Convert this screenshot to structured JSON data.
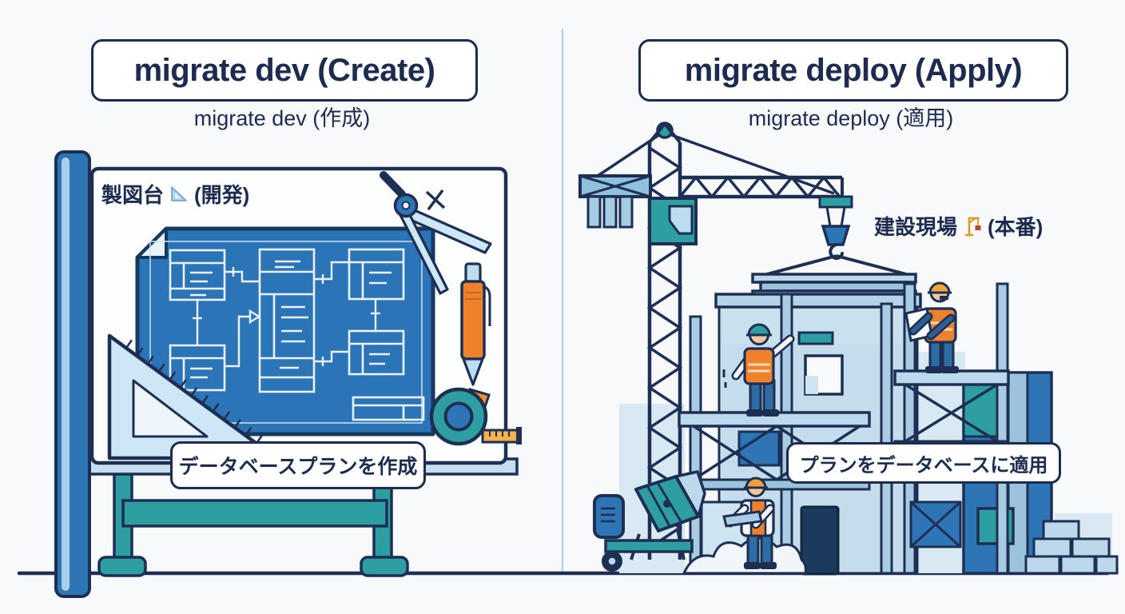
{
  "left_panel": {
    "title": "migrate dev (Create)",
    "subtitle": "migrate dev (作成)",
    "board_label_prefix": "製図台",
    "board_label_suffix": "(開発)",
    "caption": "データベースプランを作成"
  },
  "right_panel": {
    "title": "migrate deploy (Apply)",
    "subtitle": "migrate deploy (適用)",
    "site_label_prefix": "建設現場",
    "site_label_suffix": "(本番)",
    "caption": "プランをデータベースに適用"
  },
  "icons": {
    "board_label_icon": "set-square-icon",
    "site_label_icon": "crane-icon"
  },
  "colors": {
    "outline_navy": "#1e2f54",
    "text_navy": "#1d2b4f",
    "blue": "#2e75b6",
    "blueprint_blue": "#2b74b8",
    "light_blue": "#bcd9ec",
    "pale_blue": "#d9e9f3",
    "teal": "#2d9fa3",
    "orange": "#f0812c",
    "helmet_yellow": "#f2a93b",
    "skin": "#f3c79f",
    "background": "#f7f9fb",
    "divider": "#b9d3e6"
  }
}
